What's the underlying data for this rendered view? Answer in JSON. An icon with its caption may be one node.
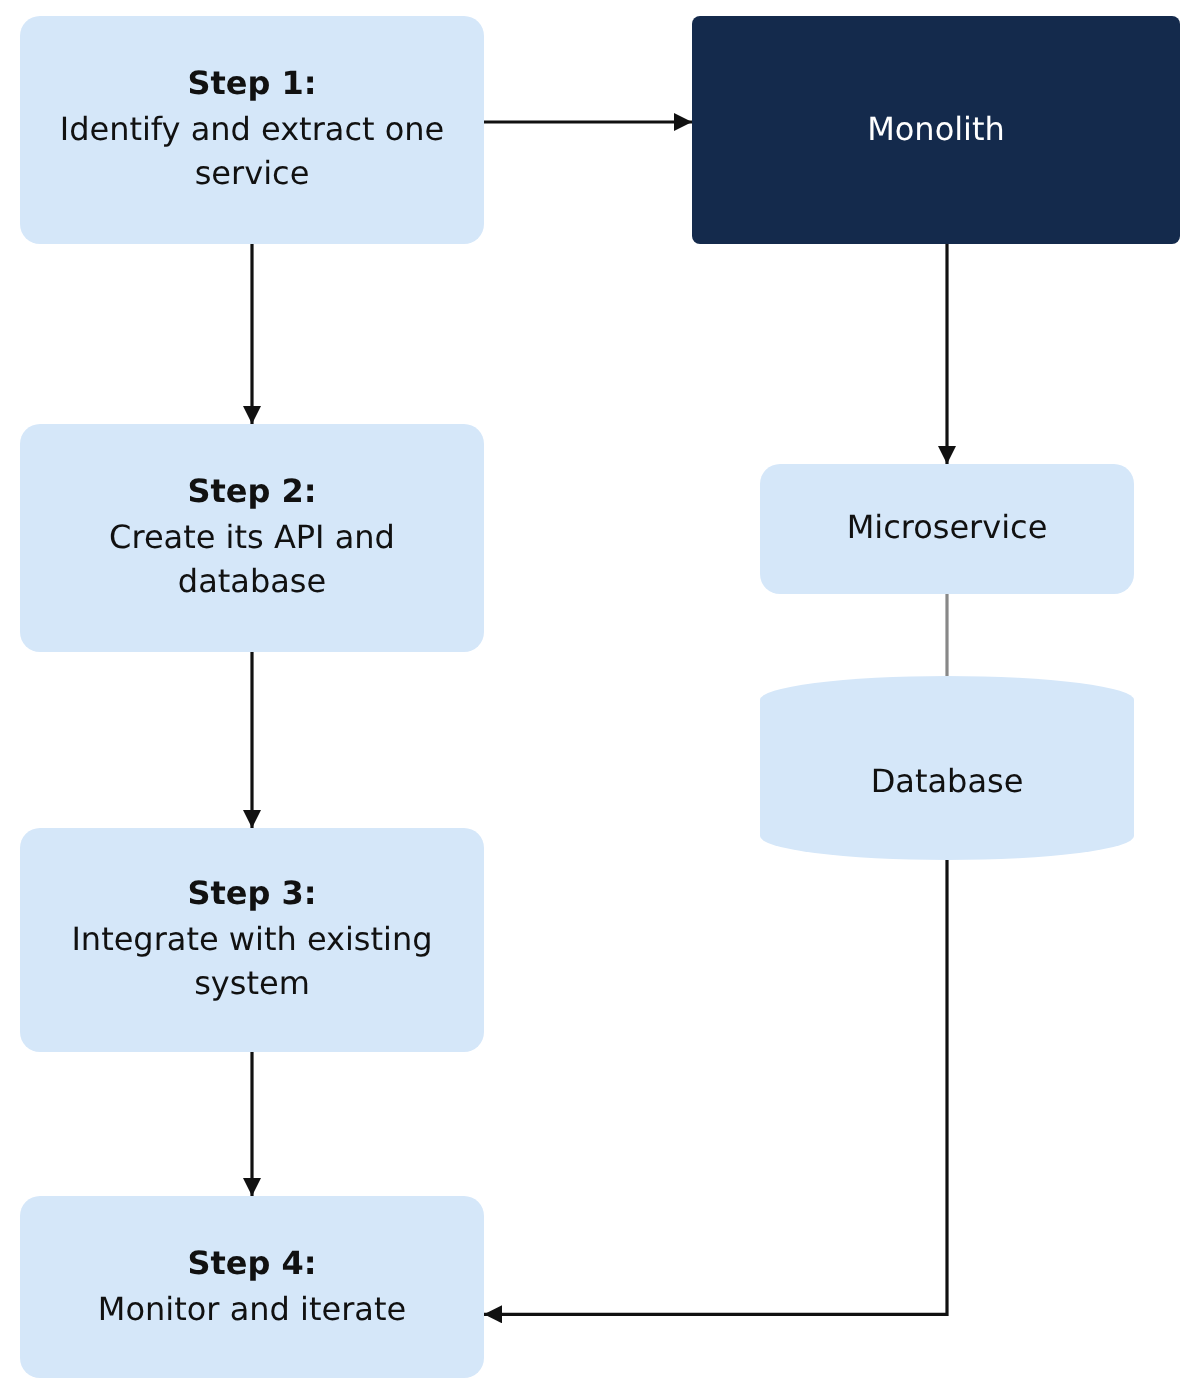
{
  "diagram": {
    "nodes": [
      {
        "text": [
          "Step 1:",
          "Identify and extract one service"
        ]
      },
      {
        "text": [
          "Monolith"
        ]
      },
      {
        "text": [
          "Step 2:",
          "Create its API and database"
        ]
      },
      {
        "text": [
          "Microservice"
        ]
      },
      {
        "text": [
          "Database"
        ]
      },
      {
        "text": [
          "Step 3:",
          "Integrate with existing system"
        ]
      },
      {
        "text": [
          "Step 4:",
          "Monitor and iterate"
        ]
      }
    ],
    "edges": [
      {
        "from": 0,
        "to": 1,
        "arrow": "to"
      },
      {
        "from": 0,
        "to": 2,
        "arrow": "to"
      },
      {
        "from": 1,
        "to": 3,
        "arrow": "to"
      },
      {
        "from": 3,
        "to": 4,
        "arrow": "none",
        "color": "#888888"
      },
      {
        "from": 2,
        "to": 5,
        "arrow": "to"
      },
      {
        "from": 5,
        "to": 6,
        "arrow": "to"
      },
      {
        "from": 4,
        "to": 6,
        "arrow": "to"
      }
    ]
  }
}
